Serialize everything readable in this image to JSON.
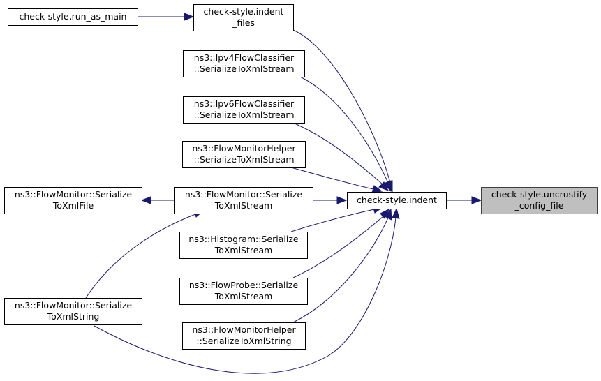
{
  "diagram": {
    "nodes": {
      "uncrustify": {
        "lines": [
          "check-style.uncrustify",
          "_config_file"
        ]
      },
      "indent": {
        "lines": [
          "check-style.indent"
        ]
      },
      "indent_files": {
        "lines": [
          "check-style.indent",
          "_files"
        ]
      },
      "run_as_main": {
        "lines": [
          "check-style.run_as_main"
        ]
      },
      "ipv4": {
        "lines": [
          "ns3::Ipv4FlowClassifier",
          "::SerializeToXmlStream"
        ]
      },
      "ipv6": {
        "lines": [
          "ns3::Ipv6FlowClassifier",
          "::SerializeToXmlStream"
        ]
      },
      "fmh_stream": {
        "lines": [
          "ns3::FlowMonitorHelper",
          "::SerializeToXmlStream"
        ]
      },
      "fm_stream": {
        "lines": [
          "ns3::FlowMonitor::Serialize",
          "ToXmlStream"
        ]
      },
      "histogram": {
        "lines": [
          "ns3::Histogram::Serialize",
          "ToXmlStream"
        ]
      },
      "probe": {
        "lines": [
          "ns3::FlowProbe::Serialize",
          "ToXmlStream"
        ]
      },
      "fmh_string": {
        "lines": [
          "ns3::FlowMonitorHelper",
          "::SerializeToXmlString"
        ]
      },
      "fm_file": {
        "lines": [
          "ns3::FlowMonitor::Serialize",
          "ToXmlFile"
        ]
      },
      "fm_string": {
        "lines": [
          "ns3::FlowMonitor::Serialize",
          "ToXmlString"
        ]
      }
    },
    "colors": {
      "edge": "#191970",
      "highlight_fill": "#bfbfbf"
    }
  }
}
